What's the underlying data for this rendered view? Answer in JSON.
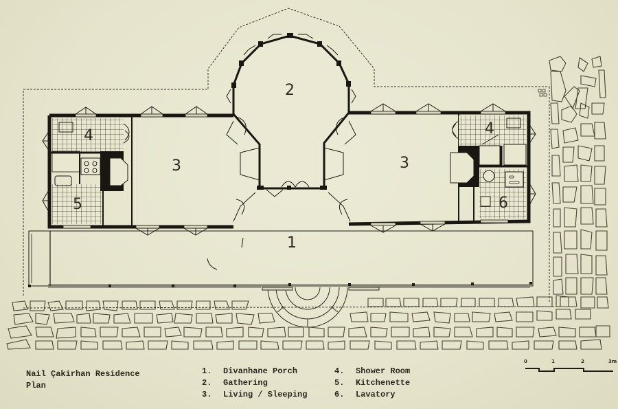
{
  "drawing": {
    "title_line1": "Nail Çakirhan Residence",
    "title_line2": "Plan",
    "rooms": [
      {
        "number": "1",
        "name": "Divanhane Porch"
      },
      {
        "number": "2",
        "name": "Gathering"
      },
      {
        "number": "3",
        "name": "Living / Sleeping"
      },
      {
        "number": "4",
        "name": "Shower Room"
      },
      {
        "number": "5",
        "name": "Kitchenette"
      },
      {
        "number": "6",
        "name": "Lavatory"
      }
    ],
    "room_labels": {
      "porch": "1",
      "gathering": "2",
      "living_left": "3",
      "living_right": "3",
      "shower_left": "4",
      "shower_right": "4",
      "kitchenette": "5",
      "lavatory": "6"
    },
    "legend": [
      {
        "num": "1.",
        "label": "Divanhane Porch"
      },
      {
        "num": "2.",
        "label": "Gathering"
      },
      {
        "num": "3.",
        "label": "Living / Sleeping"
      },
      {
        "num": "4.",
        "label": "Shower Room"
      },
      {
        "num": "5.",
        "label": "Kitchenette"
      },
      {
        "num": "6.",
        "label": "Lavatory"
      }
    ],
    "scale_bar": {
      "ticks": [
        "0",
        "1",
        "2",
        "3m"
      ]
    },
    "colors": {
      "paper": "#e8e6cf",
      "ink": "#1e1a14",
      "stone_line": "#4a4232"
    }
  }
}
